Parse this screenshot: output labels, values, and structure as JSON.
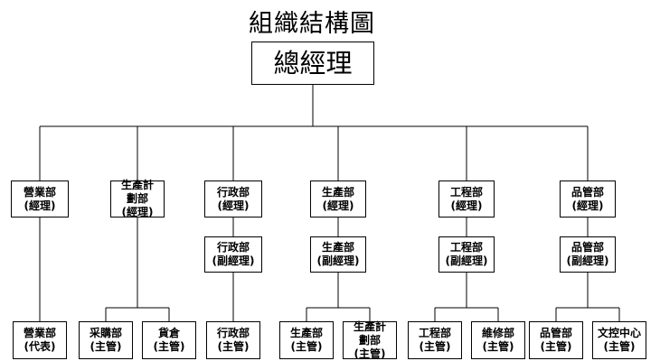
{
  "title": "組織結構圖",
  "root": {
    "name": "總經理"
  },
  "departments": [
    {
      "manager": [
        "營業部",
        "(經理)"
      ],
      "deputy": null,
      "subs": [
        [
          "營業部",
          "(代表)"
        ]
      ]
    },
    {
      "manager": [
        "生產計",
        "劃部",
        "(經理)"
      ],
      "deputy": null,
      "subs": [
        [
          "采購部",
          "(主管)"
        ],
        [
          "貨倉",
          "(主管)"
        ]
      ]
    },
    {
      "manager": [
        "行政部",
        "(經理)"
      ],
      "deputy": [
        "行政部",
        "(副經理)"
      ],
      "subs": [
        [
          "行政部",
          "(主管)"
        ]
      ]
    },
    {
      "manager": [
        "生產部",
        "(經理)"
      ],
      "deputy": [
        "生產部",
        "(副經理)"
      ],
      "subs": [
        [
          "生產部",
          "(主管)"
        ],
        [
          "生產計",
          "劃部",
          "(主管)"
        ]
      ]
    },
    {
      "manager": [
        "工程部",
        "(經理)"
      ],
      "deputy": [
        "工程部",
        "(副經理)"
      ],
      "subs": [
        [
          "工程部",
          "(主管)"
        ],
        [
          "維修部",
          "(主管)"
        ]
      ]
    },
    {
      "manager": [
        "品管部",
        "(經理)"
      ],
      "deputy": [
        "品管部",
        "(副經理)"
      ],
      "subs": [
        [
          "品管部",
          "(主管)"
        ],
        [
          "文控中心",
          "(主管)"
        ]
      ]
    }
  ]
}
